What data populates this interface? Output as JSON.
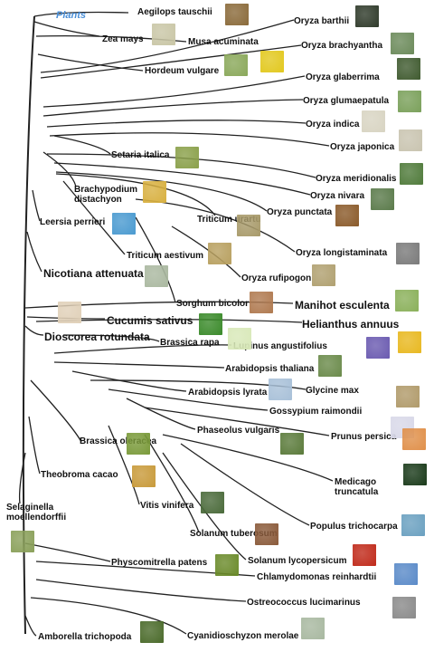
{
  "title": "Plants",
  "species": [
    {
      "id": "aegilops",
      "name": "Aegilops tauschii",
      "size": "n",
      "color": "#8a6a3a"
    },
    {
      "id": "zea",
      "name": "Zea mays",
      "size": "n",
      "color": "#c9c6a6"
    },
    {
      "id": "musa",
      "name": "Musa acuminata",
      "size": "n",
      "color": "#e2c81e"
    },
    {
      "id": "hordeum",
      "name": "Hordeum vulgare",
      "size": "n",
      "color": "#8aa85a"
    },
    {
      "id": "barthii",
      "name": "Oryza barthii",
      "size": "n",
      "color": "#2f3a2a"
    },
    {
      "id": "brachyantha",
      "name": "Oryza brachyantha",
      "size": "n",
      "color": "#6b8a5a"
    },
    {
      "id": "glaberrima",
      "name": "Oryza glaberrima",
      "size": "n",
      "color": "#3f5a2f"
    },
    {
      "id": "glumaepatula",
      "name": "Oryza glumaepatula",
      "size": "n",
      "color": "#7aa05a"
    },
    {
      "id": "indica",
      "name": "Oryza indica",
      "size": "n",
      "color": "#d8d4c2"
    },
    {
      "id": "japonica",
      "name": "Oryza japonica",
      "size": "n",
      "color": "#c9c4b0"
    },
    {
      "id": "meridionalis",
      "name": "Oryza meridionalis",
      "size": "n",
      "color": "#4f7a3a"
    },
    {
      "id": "nivara",
      "name": "Oryza nivara",
      "size": "n",
      "color": "#5a7a4a"
    },
    {
      "id": "punctata",
      "name": "Oryza punctata",
      "size": "n",
      "color": "#8a5a2a"
    },
    {
      "id": "setaria",
      "name": "Setaria italica",
      "size": "n",
      "color": "#8aa04a"
    },
    {
      "id": "brachypodium",
      "name": "Brachypodium distachyon",
      "size": "n",
      "color": "#d8b040"
    },
    {
      "id": "leersia",
      "name": "Leersia perrieri",
      "size": "n",
      "color": "#4a9ad0"
    },
    {
      "id": "urartu",
      "name": "Triticum urartu",
      "size": "n",
      "color": "#a89a6a"
    },
    {
      "id": "aestivum",
      "name": "Triticum aestivum",
      "size": "n",
      "color": "#b8a060"
    },
    {
      "id": "longistaminata",
      "name": "Oryza longistaminata",
      "size": "n",
      "color": "#7a7a7a"
    },
    {
      "id": "nicotiana",
      "name": "Nicotiana attenuata",
      "size": "b",
      "color": "#aab8a0"
    },
    {
      "id": "rufipogon",
      "name": "Oryza rufipogon",
      "size": "n",
      "color": "#b0a070"
    },
    {
      "id": "sorghum",
      "name": "Sorghum bicolor",
      "size": "n",
      "color": "#b07a50"
    },
    {
      "id": "manihot",
      "name": "Manihot esculenta",
      "size": "b",
      "color": "#8ab05a"
    },
    {
      "id": "dioscorea",
      "name": "Dioscorea rotundata",
      "size": "b",
      "color": "#e0d0b8"
    },
    {
      "id": "cucumis",
      "name": "Cucumis sativus",
      "size": "b",
      "color": "#3a8a2a"
    },
    {
      "id": "helianthus",
      "name": "Helianthus annuus",
      "size": "b",
      "color": "#e8b820"
    },
    {
      "id": "brassicarapa",
      "name": "Brassica rapa",
      "size": "n",
      "color": "#d8e8b8"
    },
    {
      "id": "lupinus",
      "name": "Lupinus angustifolius",
      "size": "n",
      "color": "#6a5ab0"
    },
    {
      "id": "thaliana",
      "name": "Arabidopsis thaliana",
      "size": "n",
      "color": "#6a8a4a"
    },
    {
      "id": "lyrata",
      "name": "Arabidopsis lyrata",
      "size": "n",
      "color": "#a8c0d8"
    },
    {
      "id": "glycine",
      "name": "Glycine max",
      "size": "n",
      "color": "#b09a6a"
    },
    {
      "id": "gossypium",
      "name": "Gossypium raimondii",
      "size": "n",
      "color": "#d8d8e8"
    },
    {
      "id": "phaseolus",
      "name": "Phaseolus vulgaris",
      "size": "n",
      "color": "#5a7a3a"
    },
    {
      "id": "prunus",
      "name": "Prunus persica",
      "size": "n",
      "color": "#e0904a"
    },
    {
      "id": "oleracea",
      "name": "Brassica oleracea",
      "size": "n",
      "color": "#7a9a3a"
    },
    {
      "id": "theobroma",
      "name": "Theobroma cacao",
      "size": "n",
      "color": "#c89a3a"
    },
    {
      "id": "medicago",
      "name": "Medicago truncatula",
      "size": "n",
      "color": "#1a3a1a"
    },
    {
      "id": "vitis",
      "name": "Vitis vinifera",
      "size": "n",
      "color": "#4a6a3a"
    },
    {
      "id": "populus",
      "name": "Populus trichocarpa",
      "size": "n",
      "color": "#6aa0c0"
    },
    {
      "id": "selaginella",
      "name": "Selaginella moellendorffii",
      "size": "n",
      "color": "#8aa05a"
    },
    {
      "id": "tuberosum",
      "name": "Solanum tuberosum",
      "size": "n",
      "color": "#8a5a3a"
    },
    {
      "id": "lycopersicum",
      "name": "Solanum lycopersicum",
      "size": "n",
      "color": "#c02a1a"
    },
    {
      "id": "physcomitrella",
      "name": "Physcomitrella patens",
      "size": "n",
      "color": "#6a8a2a"
    },
    {
      "id": "chlamydomonas",
      "name": "Chlamydomonas reinhardtii",
      "size": "n",
      "color": "#5a8ac8"
    },
    {
      "id": "ostreococcus",
      "name": "Ostreococcus lucimarinus",
      "size": "n",
      "color": "#8a8a8a"
    },
    {
      "id": "amborella",
      "name": "Amborella trichopoda",
      "size": "n",
      "color": "#4a6a2a"
    },
    {
      "id": "cyanidio",
      "name": "Cyanidioschyzon merolae",
      "size": "n",
      "color": "#a8b8a0"
    }
  ]
}
